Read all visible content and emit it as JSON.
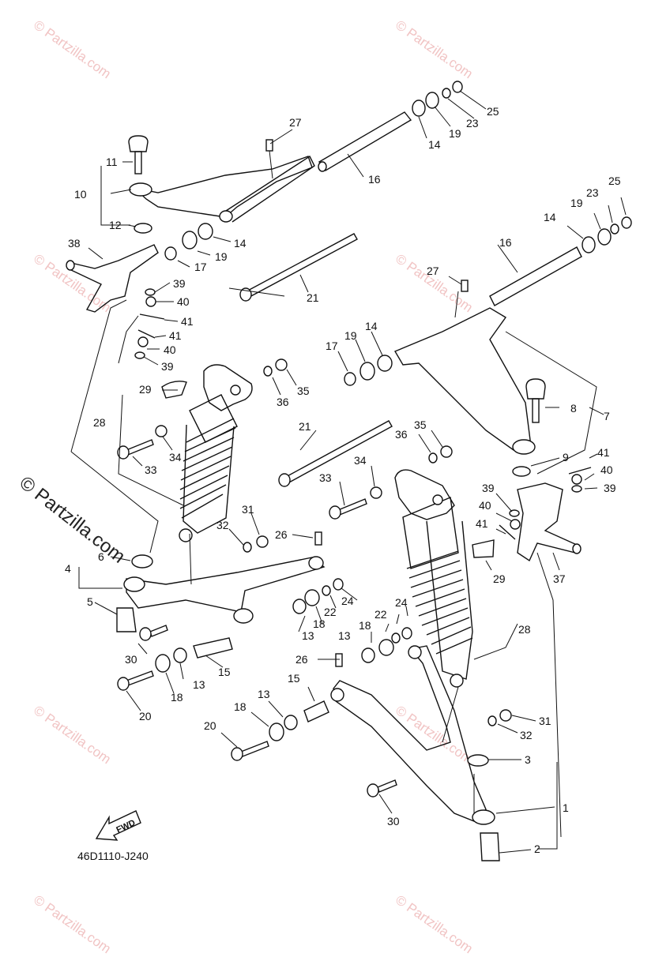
{
  "watermarks": [
    "© Partzilla.com",
    "© Partzilla.com",
    "© Partzilla.com",
    "© Partzilla.com",
    "© Partzilla.com",
    "© Partzilla.com",
    "© Partzilla.com",
    "© Partzilla.com"
  ],
  "watermark_main": "© Partzilla.com",
  "diagram_code": "46D1110-J240",
  "fwd_label": "FWD",
  "callouts": {
    "c1": "1",
    "c2": "2",
    "c3": "3",
    "c4": "4",
    "c5": "5",
    "c6": "6",
    "c7": "7",
    "c8": "8",
    "c9": "9",
    "c10": "10",
    "c11": "11",
    "c12": "12",
    "c13": "13",
    "c14": "14",
    "c15": "15",
    "c16": "16",
    "c17": "17",
    "c18": "18",
    "c19": "19",
    "c20": "20",
    "c21": "21",
    "c22": "22",
    "c23": "23",
    "c24": "24",
    "c25": "25",
    "c26": "26",
    "c27": "27",
    "c28": "28",
    "c29": "29",
    "c30": "30",
    "c31": "31",
    "c32": "32",
    "c33": "33",
    "c34": "34",
    "c35": "35",
    "c36": "36",
    "c37": "37",
    "c38": "38",
    "c39": "39",
    "c40": "40",
    "c41": "41"
  }
}
